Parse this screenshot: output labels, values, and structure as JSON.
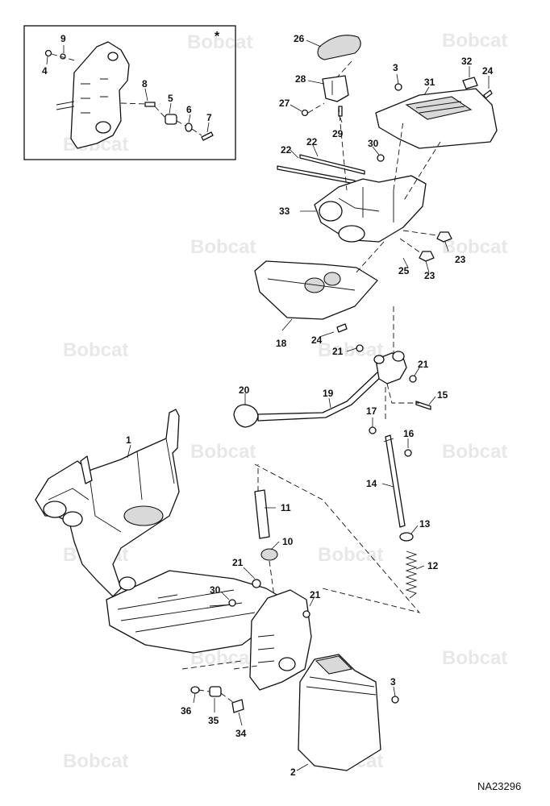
{
  "diagram": {
    "drawing_code": "NA23296",
    "inset_marker": "*",
    "watermark_text": "Bobcat",
    "callouts": [
      {
        "id": "c9",
        "text": "9"
      },
      {
        "id": "c4",
        "text": "4"
      },
      {
        "id": "c8",
        "text": "8"
      },
      {
        "id": "c5",
        "text": "5"
      },
      {
        "id": "c6",
        "text": "6"
      },
      {
        "id": "c7",
        "text": "7"
      },
      {
        "id": "c26",
        "text": "26"
      },
      {
        "id": "c28",
        "text": "28"
      },
      {
        "id": "c27",
        "text": "27"
      },
      {
        "id": "c29",
        "text": "29"
      },
      {
        "id": "c3a",
        "text": "3"
      },
      {
        "id": "c32",
        "text": "32"
      },
      {
        "id": "c24a",
        "text": "24"
      },
      {
        "id": "c31",
        "text": "31"
      },
      {
        "id": "c22a",
        "text": "22"
      },
      {
        "id": "c22b",
        "text": "22"
      },
      {
        "id": "c30a",
        "text": "30"
      },
      {
        "id": "c33",
        "text": "33"
      },
      {
        "id": "c23a",
        "text": "23"
      },
      {
        "id": "c25",
        "text": "25"
      },
      {
        "id": "c23b",
        "text": "23"
      },
      {
        "id": "c18",
        "text": "18"
      },
      {
        "id": "c24b",
        "text": "24"
      },
      {
        "id": "c21a",
        "text": "21"
      },
      {
        "id": "c21b",
        "text": "21"
      },
      {
        "id": "c20",
        "text": "20"
      },
      {
        "id": "c19",
        "text": "19"
      },
      {
        "id": "c15",
        "text": "15"
      },
      {
        "id": "c17",
        "text": "17"
      },
      {
        "id": "c16",
        "text": "16"
      },
      {
        "id": "c1",
        "text": "1"
      },
      {
        "id": "c14",
        "text": "14"
      },
      {
        "id": "c11",
        "text": "11"
      },
      {
        "id": "c13",
        "text": "13"
      },
      {
        "id": "c10",
        "text": "10"
      },
      {
        "id": "c12",
        "text": "12"
      },
      {
        "id": "c21c",
        "text": "21"
      },
      {
        "id": "c30b",
        "text": "30"
      },
      {
        "id": "c21d",
        "text": "21"
      },
      {
        "id": "c3b",
        "text": "3"
      },
      {
        "id": "c36",
        "text": "36"
      },
      {
        "id": "c35",
        "text": "35"
      },
      {
        "id": "c34",
        "text": "34"
      },
      {
        "id": "c2",
        "text": "2"
      }
    ]
  }
}
